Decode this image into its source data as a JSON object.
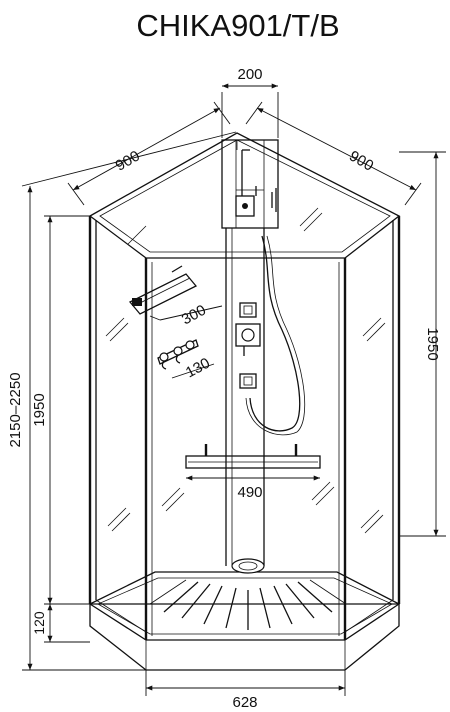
{
  "title": "CHIKA901/T/B",
  "dimensions": {
    "top_panel_width": "200",
    "left_side": "900",
    "right_side": "900",
    "total_height": "2150–2250",
    "left_height": "1950",
    "right_height": "1950",
    "tray_height": "120",
    "base_width": "628",
    "shelf_top": "300",
    "shelf_hooks": "130",
    "seat_width": "490"
  }
}
